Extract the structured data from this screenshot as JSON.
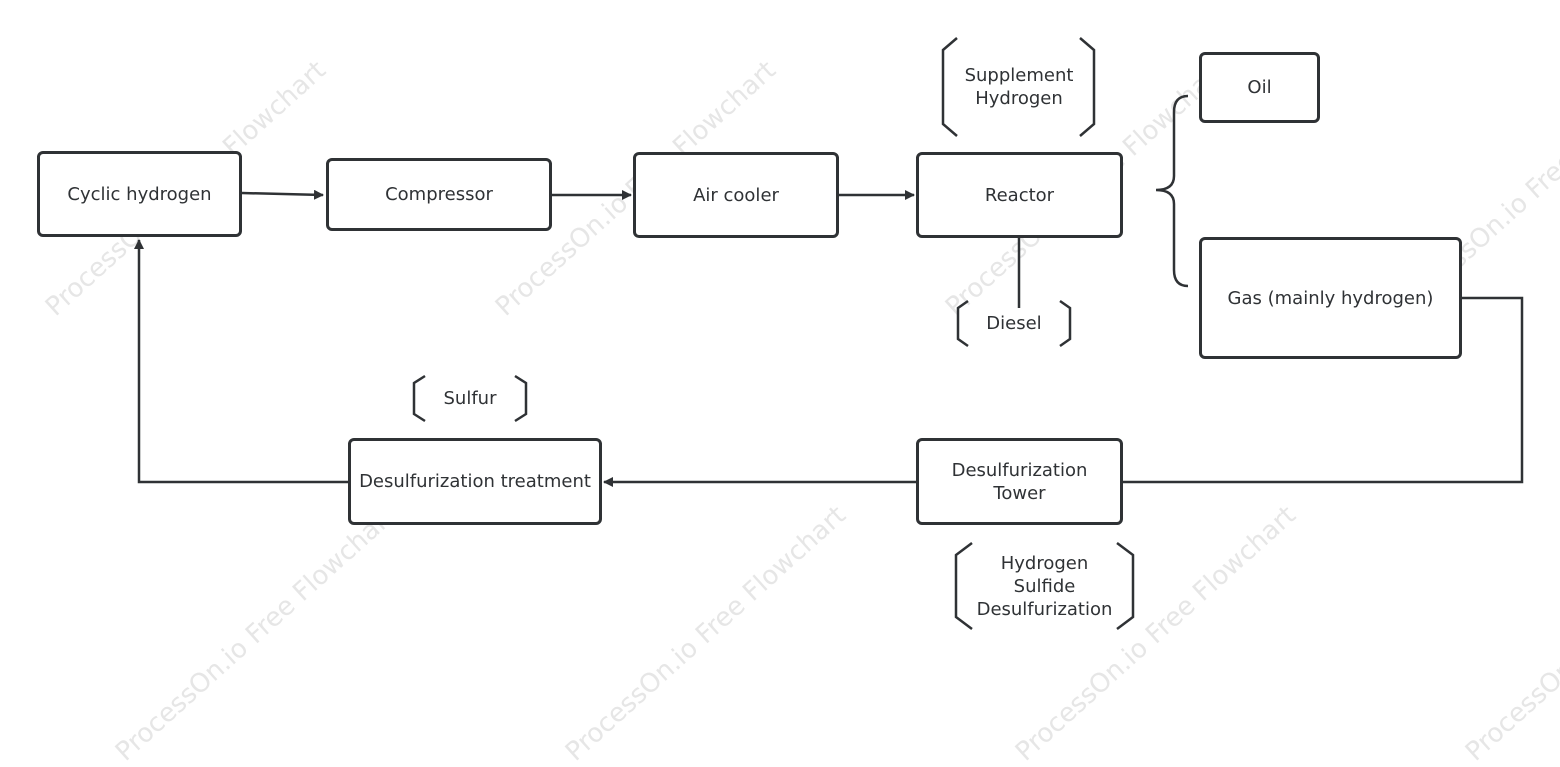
{
  "watermark": "ProcessOn.io Free Flowchart",
  "nodes": {
    "cyclic_hydrogen": "Cyclic hydrogen",
    "compressor": "Compressor",
    "air_cooler": "Air cooler",
    "reactor": "Reactor",
    "oil": "Oil",
    "gas": "Gas (mainly hydrogen)",
    "desulfurization_tower": "Desulfurization\nTower",
    "desulfurization_treatment": "Desulfurization treatment"
  },
  "annotations": {
    "supplement_hydrogen": "Supplement\nHydrogen",
    "diesel": "Diesel",
    "sulfur": "Sulfur",
    "hydrogen_sulfide_desulfurization": "Hydrogen\nSulfide\nDesulfurization"
  },
  "colors": {
    "stroke": "#2f3235",
    "watermark": "#e6e6e6"
  }
}
